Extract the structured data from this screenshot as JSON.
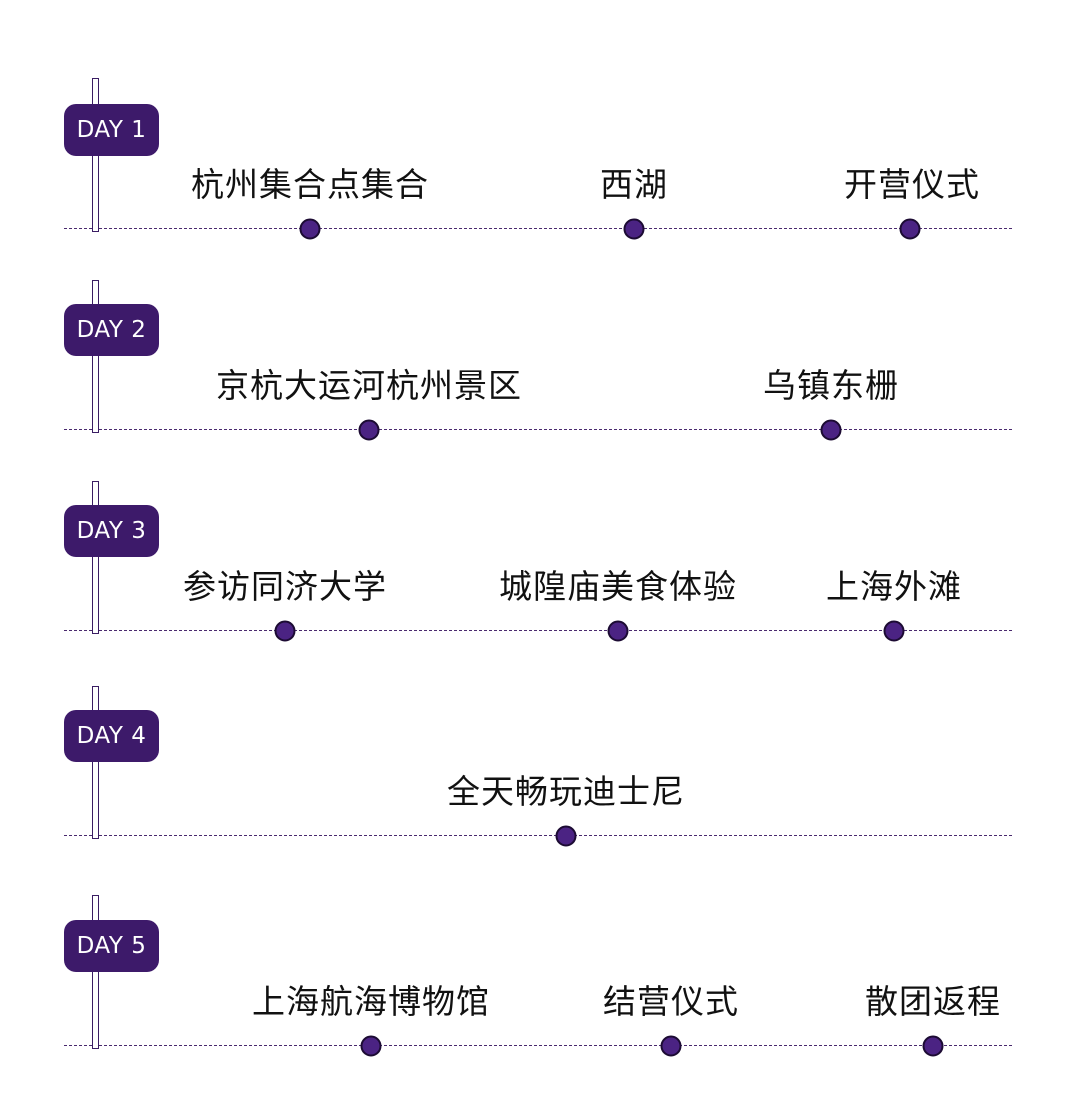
{
  "days": [
    {
      "badge": "DAY 1",
      "stops": [
        "杭州集合点集合",
        "西湖",
        "开营仪式"
      ]
    },
    {
      "badge": "DAY 2",
      "stops": [
        "京杭大运河杭州景区",
        "乌镇东栅"
      ]
    },
    {
      "badge": "DAY 3",
      "stops": [
        "参访同济大学",
        "城隍庙美食体验",
        "上海外滩"
      ]
    },
    {
      "badge": "DAY 4",
      "stops": [
        "全天畅玩迪士尼"
      ]
    },
    {
      "badge": "DAY 5",
      "stops": [
        "上海航海博物馆",
        "结营仪式",
        "散团返程"
      ]
    }
  ],
  "colors": {
    "accent": "#3d1a6a",
    "dot": "#4b2383",
    "line": "#4a2a6e"
  }
}
